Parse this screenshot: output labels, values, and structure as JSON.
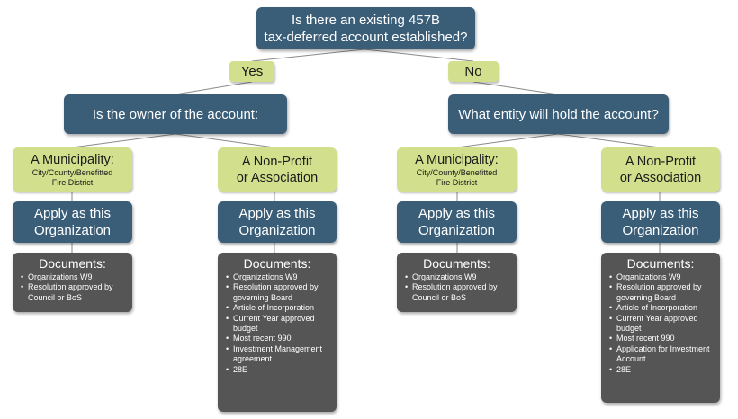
{
  "diagram": {
    "root": {
      "line1": "Is there an existing 457B",
      "line2": "tax-deferred account established?"
    },
    "yes_label": "Yes",
    "no_label": "No",
    "left_question": "Is the owner of the account:",
    "right_question": "What entity will hold the account?",
    "municipality": {
      "title": "A Municipality:",
      "sub1": "City/County/Benefitted",
      "sub2": "Fire District"
    },
    "nonprofit": {
      "line1": "A Non-Profit",
      "line2": "or Association"
    },
    "apply": {
      "line1": "Apply as this",
      "line2": "Organization"
    },
    "documents_label": "Documents:",
    "documents": {
      "municipality": [
        "Organizations W9",
        "Resolution approved by Council or BoS"
      ],
      "nonprofit_yes": [
        "Organizations W9",
        "Resolution approved by governing Board",
        "Article of Incorporation",
        "Current Year approved budget",
        "Most recent 990",
        "Investment Management agreement",
        "28E"
      ],
      "nonprofit_no": [
        "Organizations W9",
        "Resolution approved by governing Board",
        "Article of Incorporation",
        "Current Year approved budget",
        "Most recent 990",
        "Application for Investment Account",
        "28E"
      ]
    },
    "colors": {
      "blue": "#3a5d78",
      "green": "#d2df8c",
      "gray": "#555555",
      "connector": "#8a8a8a"
    }
  }
}
